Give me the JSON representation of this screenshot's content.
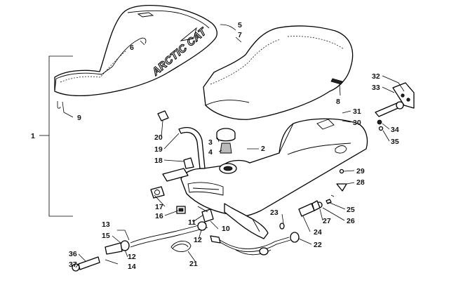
{
  "brand_text": "ARCTIC CAT",
  "callouts": [
    {
      "id": "1",
      "text": "1"
    },
    {
      "id": "2",
      "text": "2"
    },
    {
      "id": "3",
      "text": "3"
    },
    {
      "id": "4",
      "text": "4"
    },
    {
      "id": "5",
      "text": "5"
    },
    {
      "id": "6",
      "text": "6"
    },
    {
      "id": "7",
      "text": "7"
    },
    {
      "id": "8",
      "text": "8"
    },
    {
      "id": "9",
      "text": "9"
    },
    {
      "id": "10",
      "text": "10"
    },
    {
      "id": "11",
      "text": "11"
    },
    {
      "id": "12a",
      "text": "12"
    },
    {
      "id": "12b",
      "text": "12"
    },
    {
      "id": "13",
      "text": "13"
    },
    {
      "id": "14",
      "text": "14"
    },
    {
      "id": "15",
      "text": "15"
    },
    {
      "id": "16",
      "text": "16"
    },
    {
      "id": "17",
      "text": "17"
    },
    {
      "id": "18",
      "text": "18"
    },
    {
      "id": "19",
      "text": "19"
    },
    {
      "id": "20",
      "text": "20"
    },
    {
      "id": "21",
      "text": "21"
    },
    {
      "id": "22",
      "text": "22"
    },
    {
      "id": "23",
      "text": "23"
    },
    {
      "id": "24",
      "text": "24"
    },
    {
      "id": "25",
      "text": "25"
    },
    {
      "id": "26",
      "text": "26"
    },
    {
      "id": "27",
      "text": "27"
    },
    {
      "id": "28",
      "text": "28"
    },
    {
      "id": "29",
      "text": "29"
    },
    {
      "id": "30",
      "text": "30"
    },
    {
      "id": "31",
      "text": "31"
    },
    {
      "id": "32",
      "text": "32"
    },
    {
      "id": "33",
      "text": "33"
    },
    {
      "id": "34",
      "text": "34"
    },
    {
      "id": "35",
      "text": "35"
    },
    {
      "id": "36",
      "text": "36"
    },
    {
      "id": "37",
      "text": "37"
    }
  ]
}
